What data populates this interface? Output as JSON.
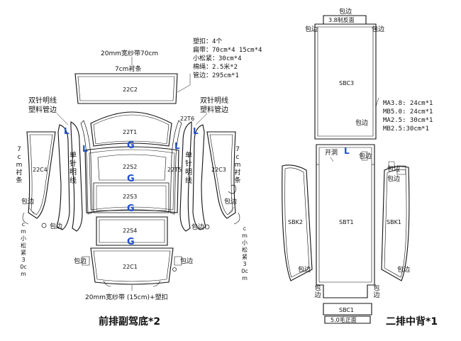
{
  "left_diagram": {
    "title": "前排副驾底*2",
    "notes": [
      "塑扣：4个",
      "扁带：70cm*4  15cm*4",
      "小松紧：30cm*4",
      "棉绳：2.5米*2",
      "管边：295cm*1"
    ],
    "top_band": "20mm宽纱带70cm",
    "top_band_sub": "7cm衬条",
    "bottom_band": "20mm宽纱带 (15cm)+塑扣",
    "double_needle_left": "双针明线\n塑料管边",
    "double_needle_right": "双针明线\n塑料管边",
    "single_needle_left": "单针明线",
    "single_needle_right": "单针明线",
    "left_side_strip": "7cm衬条",
    "right_side_strip": "7cm衬条",
    "left_elastic": "cm小松紧30cm",
    "right_elastic": "cm小松紧30cm",
    "hem": "包边",
    "pieces": {
      "c2": "22C2",
      "t1": "22T1",
      "s2": "22S2",
      "s3": "22S3",
      "s4": "22S4",
      "c1": "22C1",
      "c4": "22C4",
      "c3": "22C3",
      "t6": "22T6",
      "t5": "22T5"
    },
    "marks": {
      "g": "G",
      "l": "L"
    }
  },
  "right_diagram": {
    "title": "二排中背*1",
    "notes": [
      "MA3.8: 24cm*1",
      "MB5.0: 24cm*1",
      "MA2.5: 30cm*1",
      "MB2.5:30cm*1"
    ],
    "top_text": "3.8制反面",
    "bottom_text": "5.0毛正面",
    "hem": "包边",
    "opening": "开洞",
    "pieces": {
      "sbc3": "SBC3",
      "sbt1": "SBT1",
      "sbk2": "SBK2",
      "sbk1": "SBK1",
      "sbc1": "SBC1"
    },
    "marks": {
      "l": "L"
    }
  }
}
